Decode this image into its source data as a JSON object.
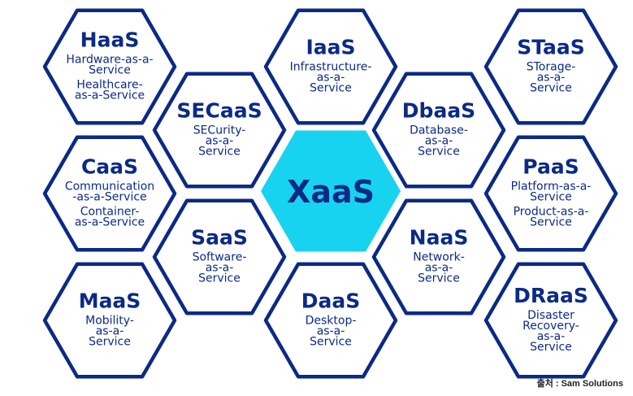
{
  "diagram": {
    "center": {
      "title": "XaaS"
    },
    "hexagons": [
      {
        "id": "haas",
        "title": "HaaS",
        "lines": [
          "Hardware-as-a-",
          "Service",
          "",
          "Healthcare-",
          "as-a-Service"
        ]
      },
      {
        "id": "iaas",
        "title": "IaaS",
        "lines": [
          "Infrastructure-",
          "as-a-",
          "Service"
        ]
      },
      {
        "id": "staas",
        "title": "STaaS",
        "lines": [
          "STorage-",
          "as-a-",
          "Service"
        ]
      },
      {
        "id": "secaas",
        "title": "SECaaS",
        "lines": [
          "SECurity-",
          "as-a-",
          "Service"
        ]
      },
      {
        "id": "dbaas",
        "title": "DbaaS",
        "lines": [
          "Database-",
          "as-a-",
          "Service"
        ]
      },
      {
        "id": "caas",
        "title": "CaaS",
        "lines": [
          "Communication",
          "-as-a-Service",
          "",
          "Container-",
          "as-a-Service"
        ]
      },
      {
        "id": "paas",
        "title": "PaaS",
        "lines": [
          "Platform-as-a-",
          "Service",
          "",
          "Product-as-a-",
          "Service"
        ]
      },
      {
        "id": "saas",
        "title": "SaaS",
        "lines": [
          "Software-",
          "as-a-",
          "Service"
        ]
      },
      {
        "id": "naas",
        "title": "NaaS",
        "lines": [
          "Network-",
          "as-a-",
          "Service"
        ]
      },
      {
        "id": "maas",
        "title": "MaaS",
        "lines": [
          "Mobility-",
          "as-a-",
          "Service"
        ]
      },
      {
        "id": "daas",
        "title": "DaaS",
        "lines": [
          "Desktop-",
          "as-a-",
          "Service"
        ]
      },
      {
        "id": "draas",
        "title": "DRaaS",
        "lines": [
          "Disaster",
          "Recovery-",
          "as-a-",
          "Service"
        ]
      }
    ]
  },
  "source": "출처 : Sam Solutions",
  "colors": {
    "outline": "#0b2a86",
    "center_fill": "#17d3ef",
    "text": "#0b2a86"
  }
}
